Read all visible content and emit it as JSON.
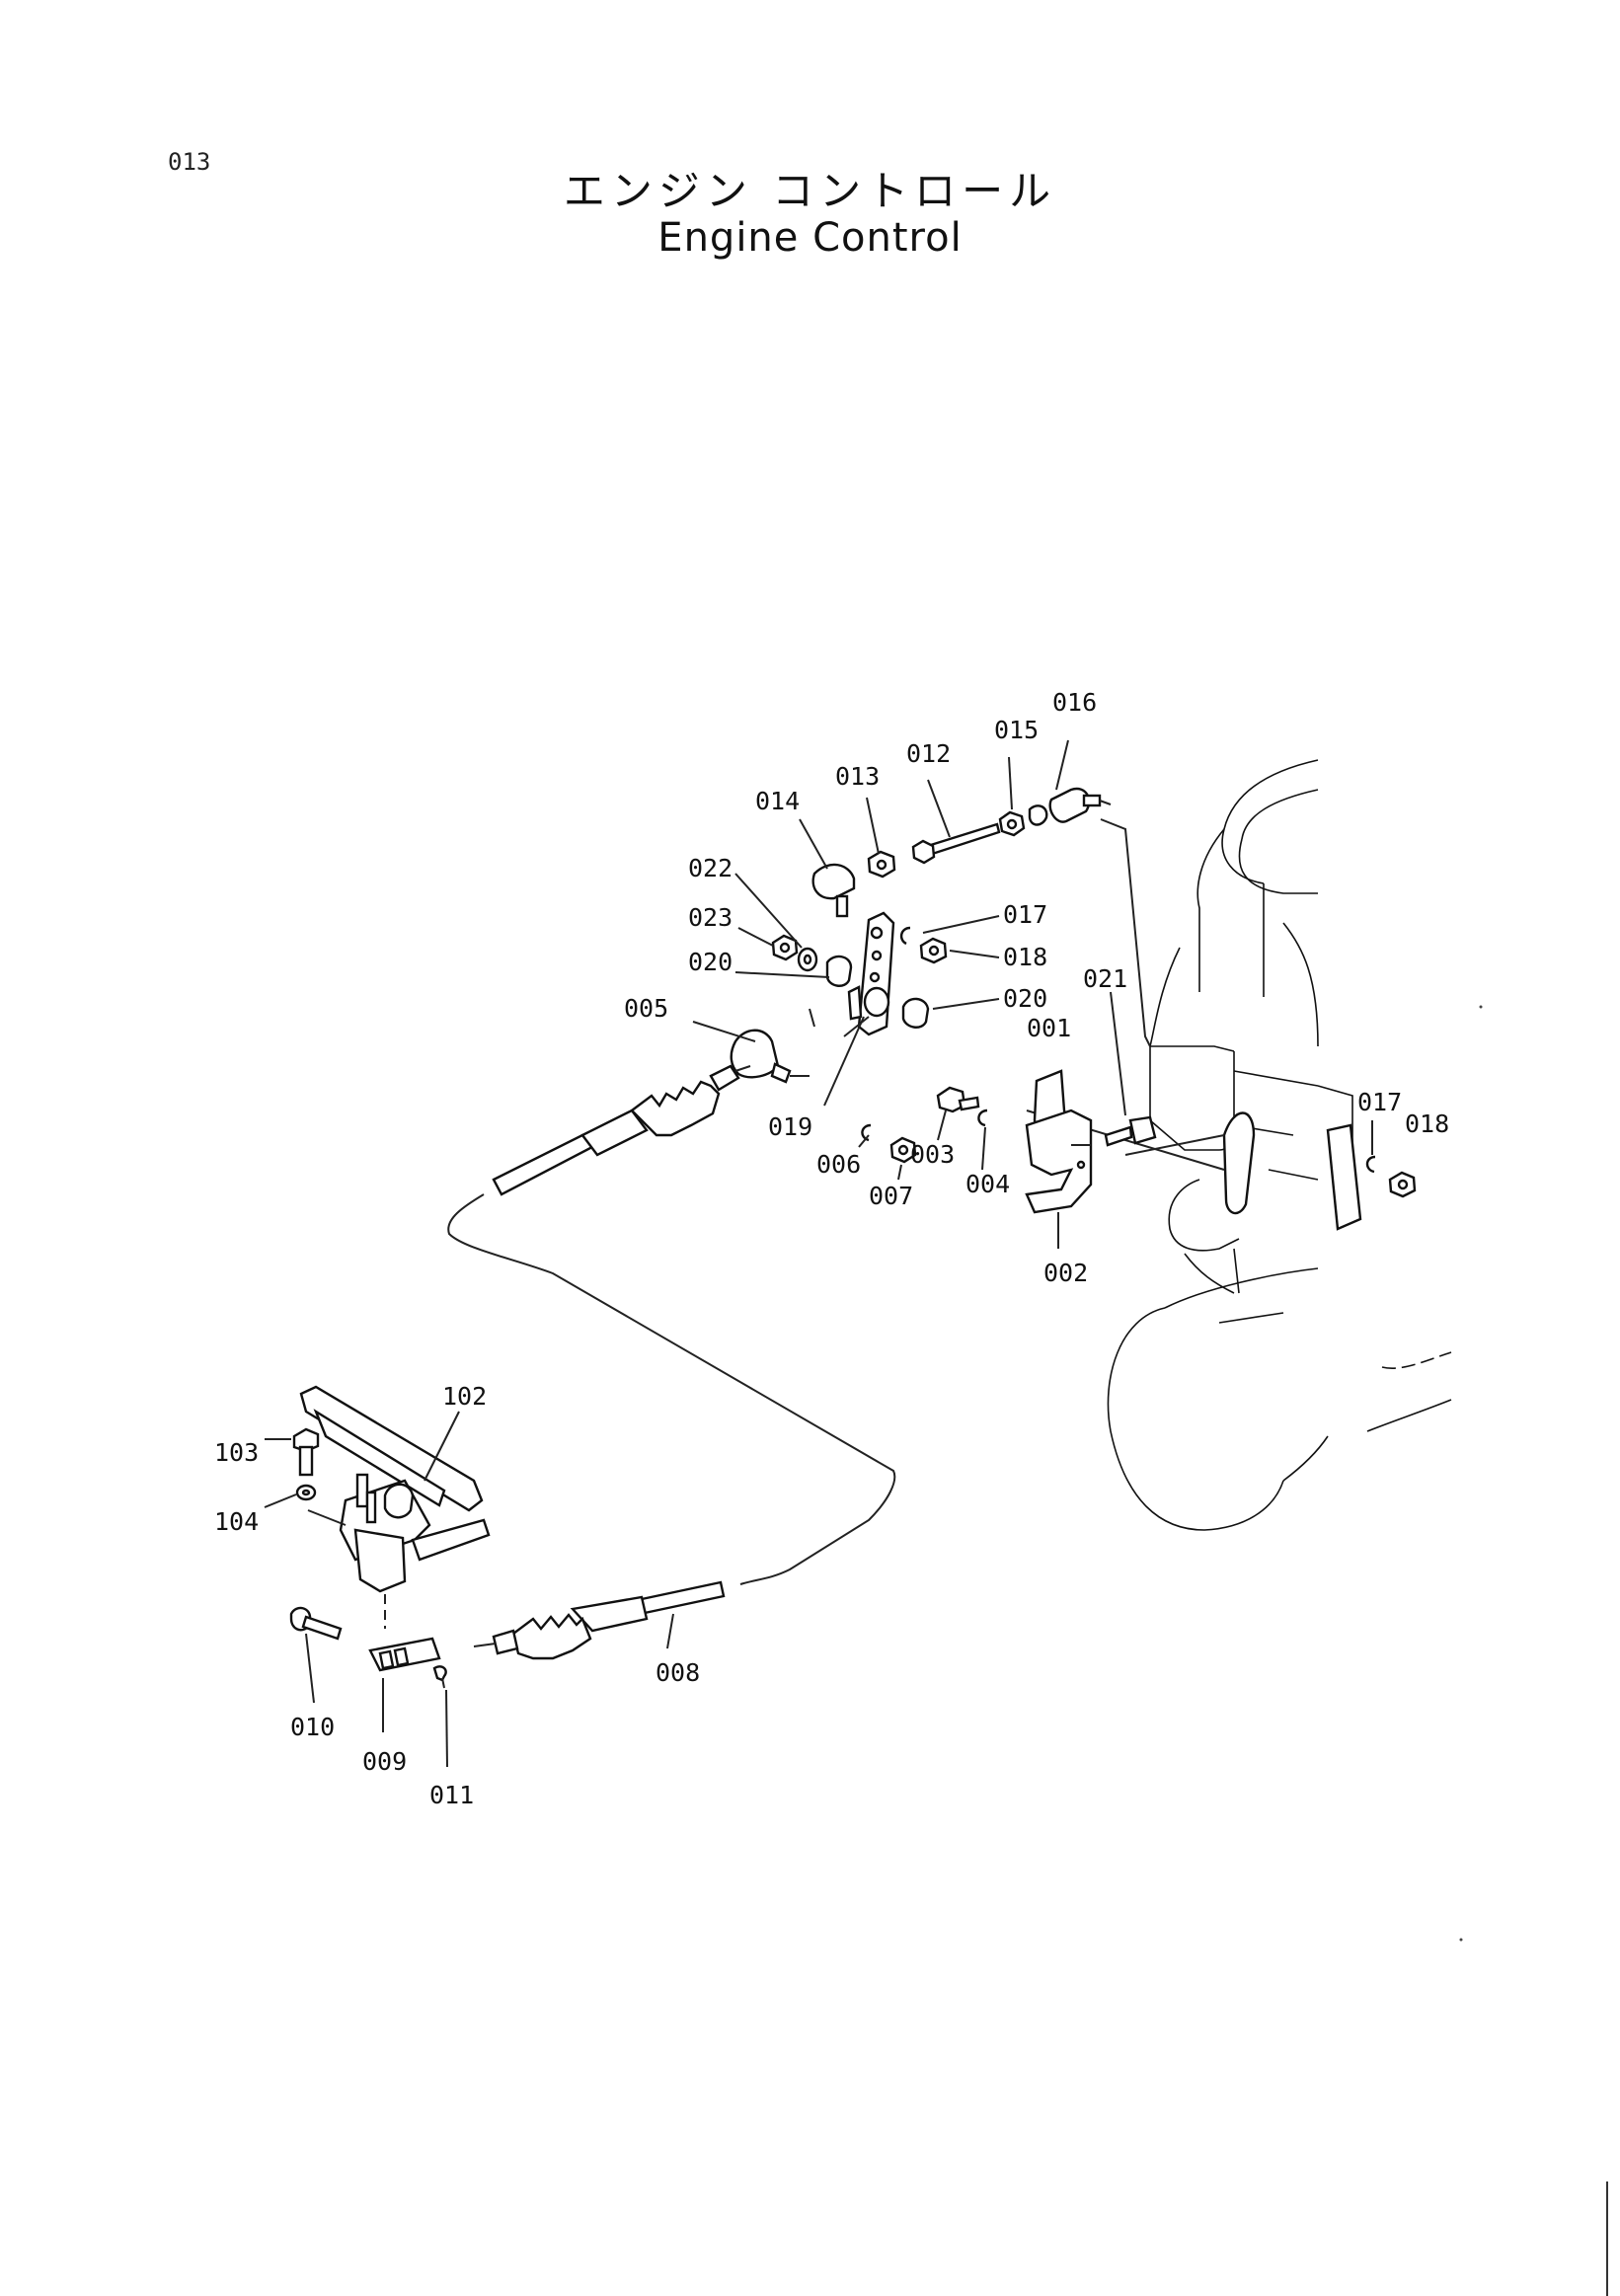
{
  "page_number": "013",
  "title_jp": "エンジン コントロール",
  "title_en": "Engine Control",
  "labels": {
    "p001": "001",
    "p002": "002",
    "p003": "003",
    "p004": "004",
    "p005": "005",
    "p006": "006",
    "p007": "007",
    "p008": "008",
    "p009": "009",
    "p010": "010",
    "p011": "011",
    "p012": "012",
    "p013": "013",
    "p014": "014",
    "p015": "015",
    "p016": "016",
    "p017a": "017",
    "p017b": "017",
    "p018a": "018",
    "p018b": "018",
    "p019": "019",
    "p020a": "020",
    "p020b": "020",
    "p021": "021",
    "p022": "022",
    "p023": "023",
    "p102": "102",
    "p103": "103",
    "p104": "104"
  }
}
